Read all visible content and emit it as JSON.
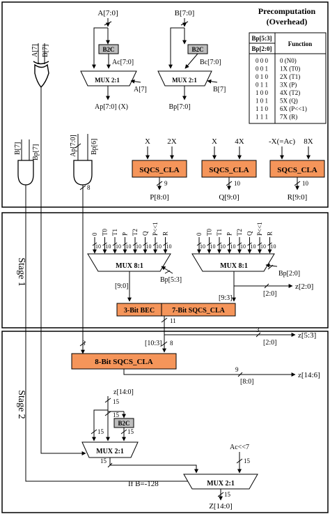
{
  "precomp": {
    "title1": "Precomputation",
    "title2": "(Overhead)",
    "hdr_bp53": "Bp[5:3]",
    "hdr_bp20": "Bp[2:0]",
    "hdr_function": "Function",
    "rows": [
      {
        "code": "0 0 0",
        "fn": "0    (N0)"
      },
      {
        "code": "0 0 1",
        "fn": "1X  (T0)"
      },
      {
        "code": "0 1 0",
        "fn": "2X  (T1)"
      },
      {
        "code": "0 1 1",
        "fn": "3X  (P)"
      },
      {
        "code": "1 0 0",
        "fn": "4X  (T2)"
      },
      {
        "code": "1 0 1",
        "fn": "5X  (Q)"
      },
      {
        "code": "1 1 0",
        "fn": "6X  (P<<1)"
      },
      {
        "code": "1 1 1",
        "fn": "7X  (R)"
      }
    ]
  },
  "top": {
    "a_in": "A[7:0]",
    "b_in": "B[7:0]",
    "b2c": "B2C",
    "ac": "Ac[7:0]",
    "bc": "Bc[7:0]",
    "mux21": "MUX 2:1",
    "a7": "A[7]",
    "b7": "B[7]",
    "ap": "Ap[7:0] (X)",
    "bp": "Bp[7:0]",
    "xor_a7": "A[7]",
    "xor_b7": "B[7]",
    "and1_b7": "B[7]",
    "and1_bp7": "Bp[7]",
    "and2_ap": "Ap[7:0]",
    "and2_b6": "Bp[6]",
    "eight": "8",
    "zero": "0",
    "one": "1",
    "sqcs": "SQCS_CLA",
    "s1_x": "X",
    "s1_2x": "2X",
    "s1_w": "9",
    "s1_out": "P[8:0]",
    "s2_x": "X",
    "s2_4x": "4X",
    "s2_w": "10",
    "s2_out": "Q[9:0]",
    "s3_nx": "-X(=Ac)",
    "s3_8x": "8X",
    "s3_w": "10",
    "s3_out": "R[9:0]"
  },
  "stage1": {
    "label": "Stage 1",
    "mux81": "MUX 8:1",
    "inputs": [
      "0",
      "T0",
      "T1",
      "P",
      "T2",
      "Q",
      "P<<1",
      "R"
    ],
    "idx": [
      "0",
      "1",
      "2",
      "3",
      "4",
      "5",
      "6",
      "7"
    ],
    "w10": "10",
    "bp53": "Bp[5:3]",
    "bp20": "Bp[2:0]",
    "s90": "[9:0]",
    "s93": "[9:3]",
    "s20": "[2:0]",
    "z20": "z[2:0]",
    "bec": "3-Bit BEC",
    "sqcs7": "7-Bit SQCS_CLA",
    "w11": "11"
  },
  "stage2": {
    "label": "Stage 2",
    "s103": "[10:3]",
    "w8a": "8",
    "w8b": "8",
    "w3": "3",
    "s20": "[2:0]",
    "z53": "z[5:3]",
    "sqcs8": "8-Bit SQCS_CLA",
    "w9": "9",
    "s80": "[8:0]",
    "z146": "z[14:6]",
    "z140": "z[14:0]",
    "w15": "15",
    "b2c": "B2C",
    "mux21": "MUX 2:1",
    "ac7": "Ac<<7",
    "ifb": "If  B=-128",
    "zout": "Z[14:0]"
  },
  "colors": {
    "orange": "#F5955A",
    "gray": "#BDBDBD"
  }
}
